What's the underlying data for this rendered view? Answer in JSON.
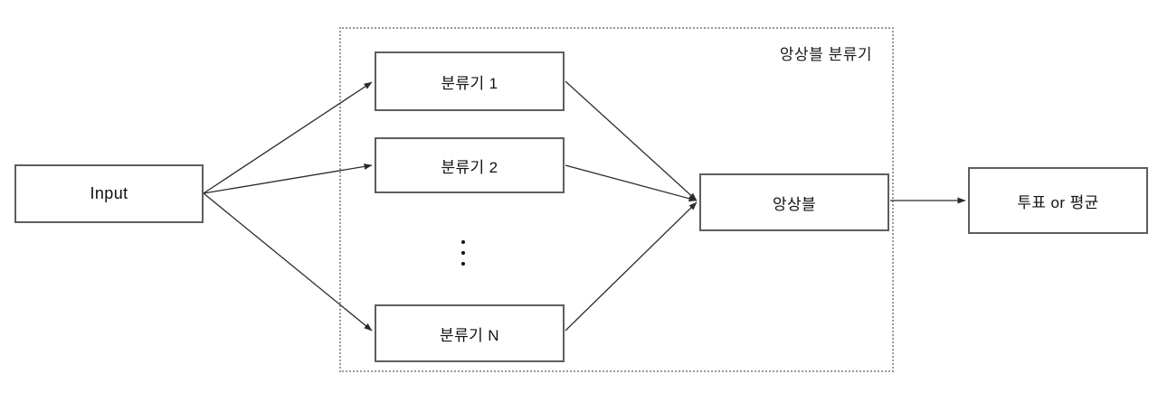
{
  "diagram": {
    "title": "Ensemble classifier flow diagram",
    "group": {
      "label": "앙상블 분류기",
      "border_style": "dotted",
      "border_color": "#9a9a9a"
    },
    "node_border_color": "#5e5e5e",
    "text_color": "#111111",
    "background": "#ffffff",
    "nodes": [
      {
        "id": "input",
        "label": "Input"
      },
      {
        "id": "clf1",
        "label": "분류기 1"
      },
      {
        "id": "clf2",
        "label": "분류기 2"
      },
      {
        "id": "clfn",
        "label": "분류기 N"
      },
      {
        "id": "ensemble",
        "label": "앙상블"
      },
      {
        "id": "output",
        "label": "투표 or 평균"
      }
    ],
    "vertical_ellipsis": "⋮",
    "edges": [
      {
        "from": "input",
        "to": "clf1",
        "arrow": true
      },
      {
        "from": "input",
        "to": "clf2",
        "arrow": true
      },
      {
        "from": "input",
        "to": "clfn",
        "arrow": true
      },
      {
        "from": "clf1",
        "to": "ensemble",
        "arrow": true
      },
      {
        "from": "clf2",
        "to": "ensemble",
        "arrow": true
      },
      {
        "from": "clfn",
        "to": "ensemble",
        "arrow": true
      },
      {
        "from": "ensemble",
        "to": "output",
        "arrow": true
      }
    ]
  }
}
